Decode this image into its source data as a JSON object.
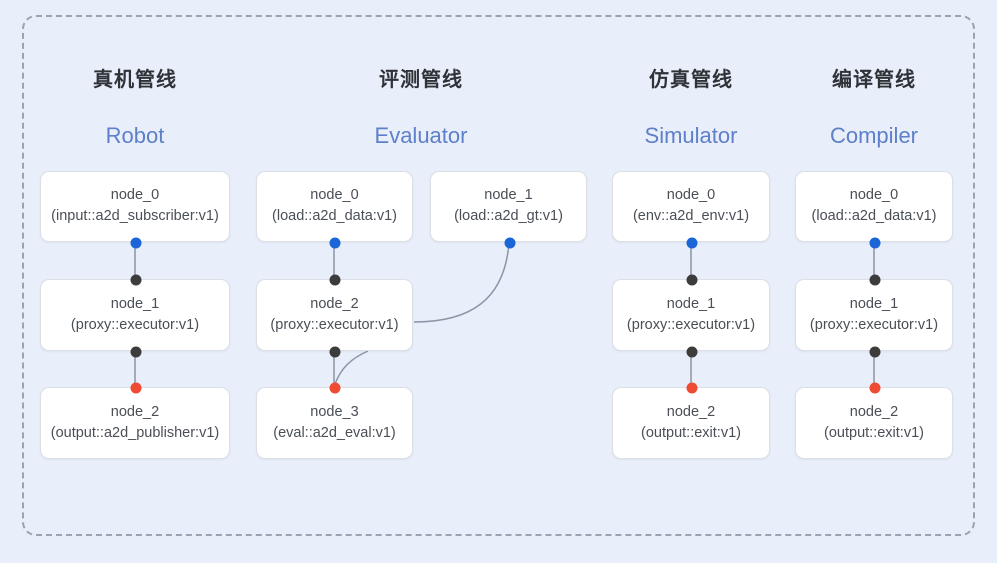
{
  "diagram": {
    "background_color": "#e8eefa",
    "frame_border_color": "#9aa3b2",
    "edge_color": "#8c95a6",
    "port_colors": {
      "output": "#1a66d6",
      "inout": "#3c3c3c",
      "terminal": "#ef4a32"
    },
    "title_color": "#2f3338",
    "subtitle_color": "#5e7fc9"
  },
  "columns": [
    {
      "title": "真机管线",
      "subtitle": "Robot",
      "nodes": [
        {
          "name": "node_0",
          "spec": "(input::a2d_subscriber:v1)"
        },
        {
          "name": "node_1",
          "spec": "(proxy::executor:v1)"
        },
        {
          "name": "node_2",
          "spec": "(output::a2d_publisher:v1)"
        }
      ]
    },
    {
      "title": "评测管线",
      "subtitle": "Evaluator",
      "nodes": [
        {
          "name": "node_0",
          "spec": "(load::a2d_data:v1)"
        },
        {
          "name": "node_1",
          "spec": "(load::a2d_gt:v1)"
        },
        {
          "name": "node_2",
          "spec": "(proxy::executor:v1)"
        },
        {
          "name": "node_3",
          "spec": "(eval::a2d_eval:v1)"
        }
      ]
    },
    {
      "title": "仿真管线",
      "subtitle": "Simulator",
      "nodes": [
        {
          "name": "node_0",
          "spec": "(env::a2d_env:v1)"
        },
        {
          "name": "node_1",
          "spec": "(proxy::executor:v1)"
        },
        {
          "name": "node_2",
          "spec": "(output::exit:v1)"
        }
      ]
    },
    {
      "title": "编译管线",
      "subtitle": "Compiler",
      "nodes": [
        {
          "name": "node_0",
          "spec": "(load::a2d_data:v1)"
        },
        {
          "name": "node_1",
          "spec": "(proxy::executor:v1)"
        },
        {
          "name": "node_2",
          "spec": "(output::exit:v1)"
        }
      ]
    }
  ]
}
